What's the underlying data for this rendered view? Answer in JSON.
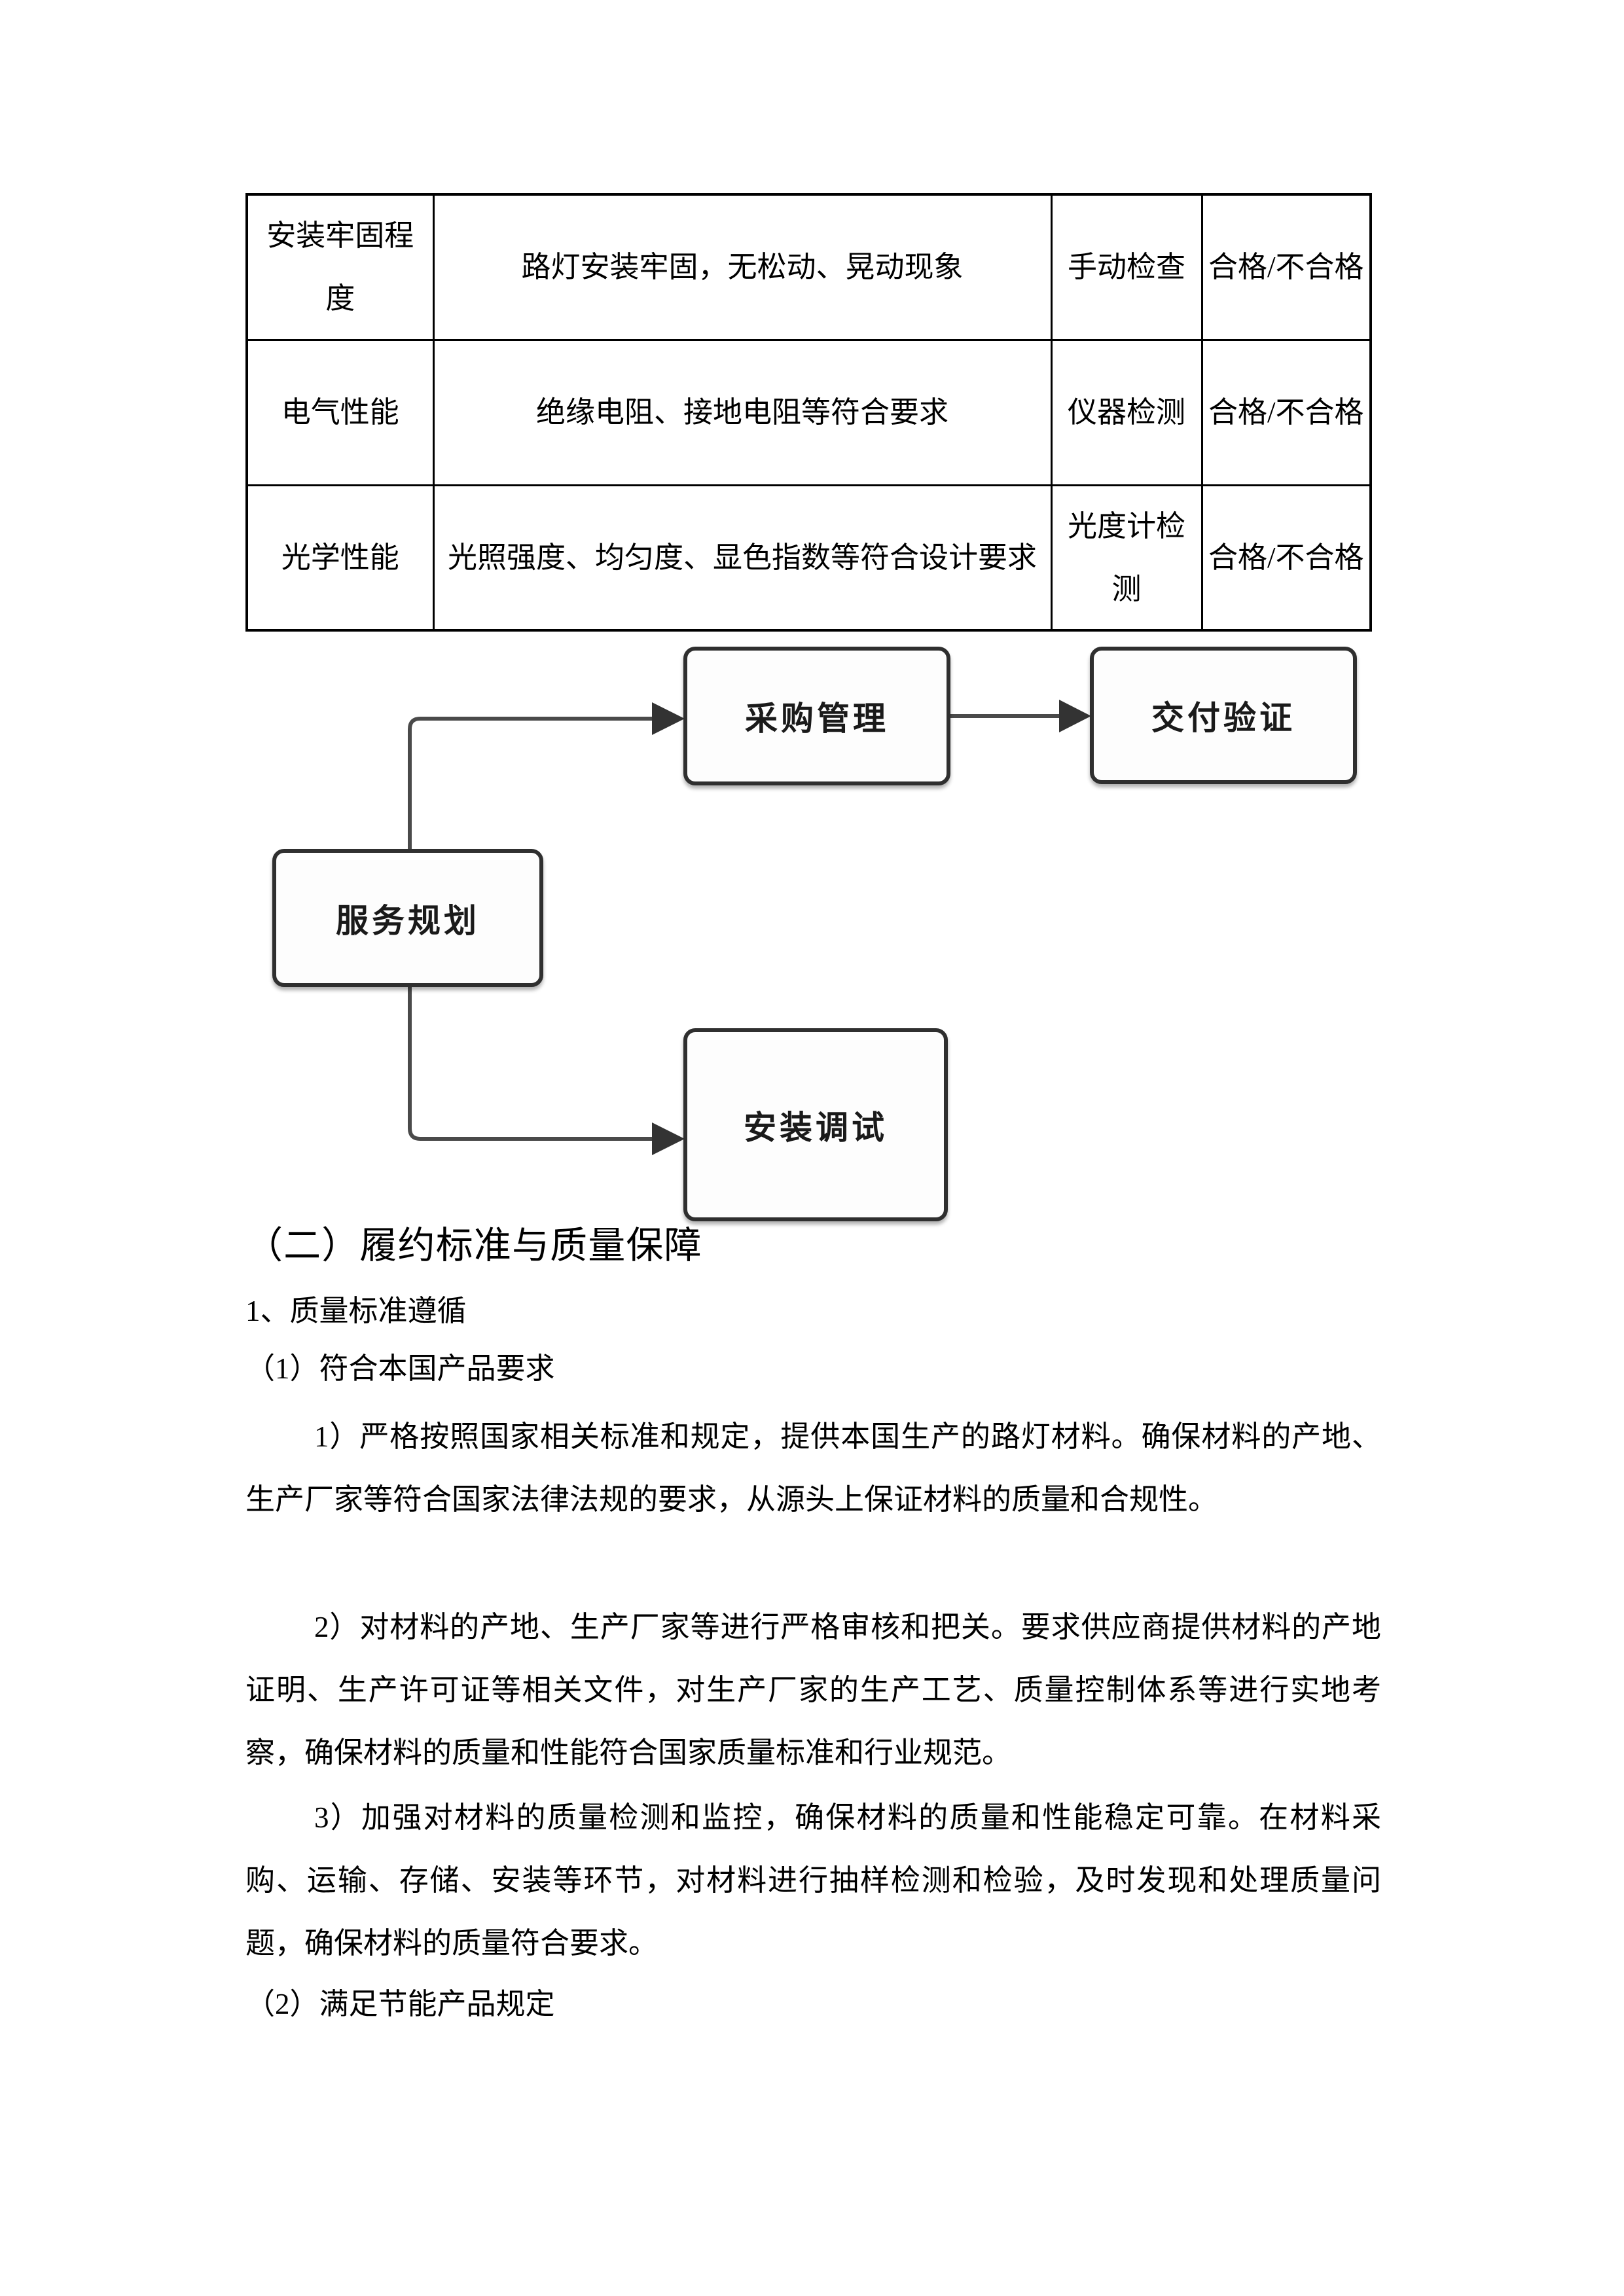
{
  "table": {
    "rows": [
      {
        "item": "安装牢固程度",
        "requirement": "路灯安装牢固，无松动、晃动现象",
        "method": "手动检查",
        "result": "合格/不合格"
      },
      {
        "item": "电气性能",
        "requirement": "绝缘电阻、接地电阻等符合要求",
        "method": "仪器检测",
        "result": "合格/不合格"
      },
      {
        "item": "光学性能",
        "requirement": "光照强度、均匀度、显色指数等符合设计要求",
        "method": "光度计检测",
        "result": "合格/不合格"
      }
    ]
  },
  "flowchart": {
    "nodes": {
      "planning": {
        "label": "服务规划"
      },
      "procurement": {
        "label": "采购管理"
      },
      "delivery": {
        "label": "交付验证"
      },
      "install": {
        "label": "安装调试"
      }
    },
    "edges": [
      {
        "from": "planning",
        "to": "procurement"
      },
      {
        "from": "procurement",
        "to": "delivery"
      },
      {
        "from": "planning",
        "to": "install"
      }
    ],
    "colors": {
      "box_border": "#2f2f2f",
      "box_fill": "#fdfdfd",
      "line": "#4a4a4a",
      "arrowhead": "#333333"
    }
  },
  "sections": {
    "heading": "（二）履约标准与质量保障",
    "item1": "1、质量标准遵循",
    "item1_1": "（1）符合本国产品要求",
    "para1": "1）严格按照国家相关标准和规定，提供本国生产的路灯材料。确保材料的产地、生产厂家等符合国家法律法规的要求，从源头上保证材料的质量和合规性。",
    "para2": "2）对材料的产地、生产厂家等进行严格审核和把关。要求供应商提供材料的产地证明、生产许可证等相关文件，对生产厂家的生产工艺、质量控制体系等进行实地考察，确保材料的质量和性能符合国家质量标准和行业规范。",
    "para3": "3）加强对材料的质量检测和监控，确保材料的质量和性能稳定可靠。在材料采购、运输、存储、安装等环节，对材料进行抽样检测和检验，及时发现和处理质量问题，确保材料的质量符合要求。",
    "item1_2": "（2）满足节能产品规定"
  }
}
